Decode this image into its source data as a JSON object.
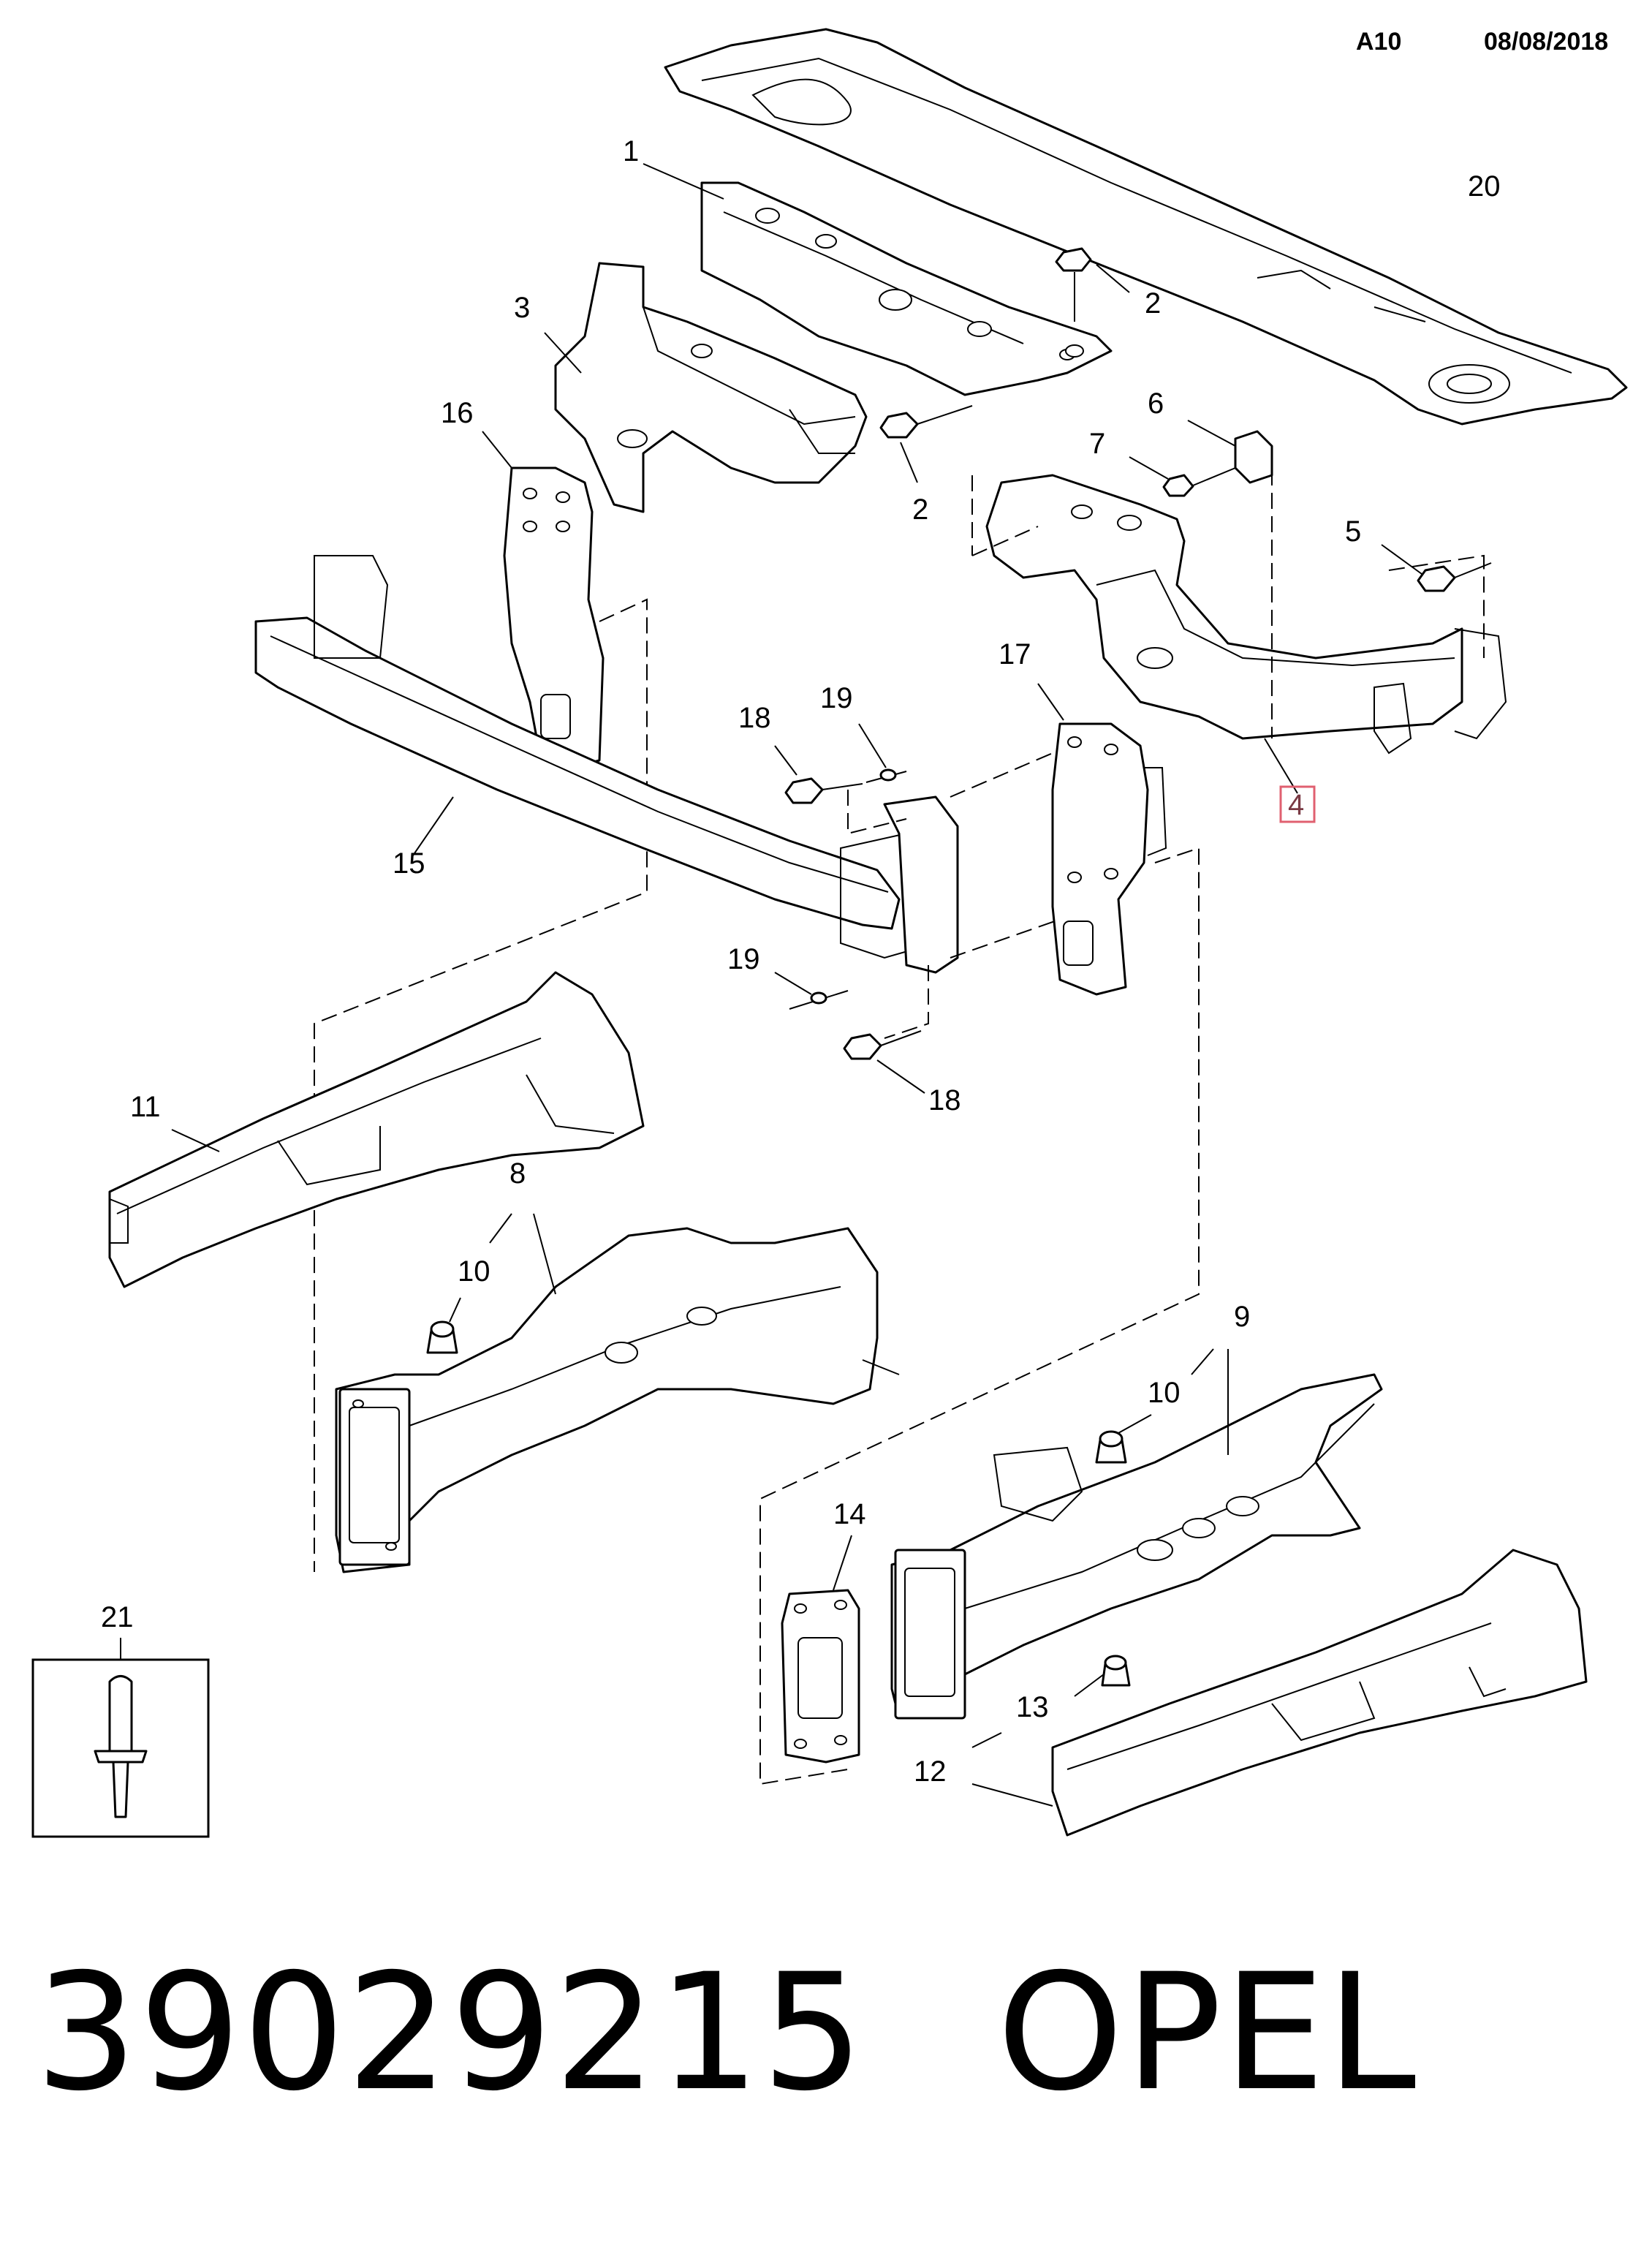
{
  "header": {
    "page_code": "A10",
    "date": "08/08/2018"
  },
  "callouts": {
    "p1": "1",
    "p2a": "2",
    "p2b": "2",
    "p3": "3",
    "p4": "4",
    "p5": "5",
    "p6": "6",
    "p7": "7",
    "p8": "8",
    "p9": "9",
    "p10a": "10",
    "p10b": "10",
    "p11": "11",
    "p12": "12",
    "p13": "13",
    "p14": "14",
    "p15": "15",
    "p16": "16",
    "p17": "17",
    "p18a": "18",
    "p18b": "18",
    "p19a": "19",
    "p19b": "19",
    "p20": "20",
    "p21": "21"
  },
  "footer": {
    "part_number": "39029215",
    "brand": "OPEL"
  },
  "highlight_color": "#e06070"
}
